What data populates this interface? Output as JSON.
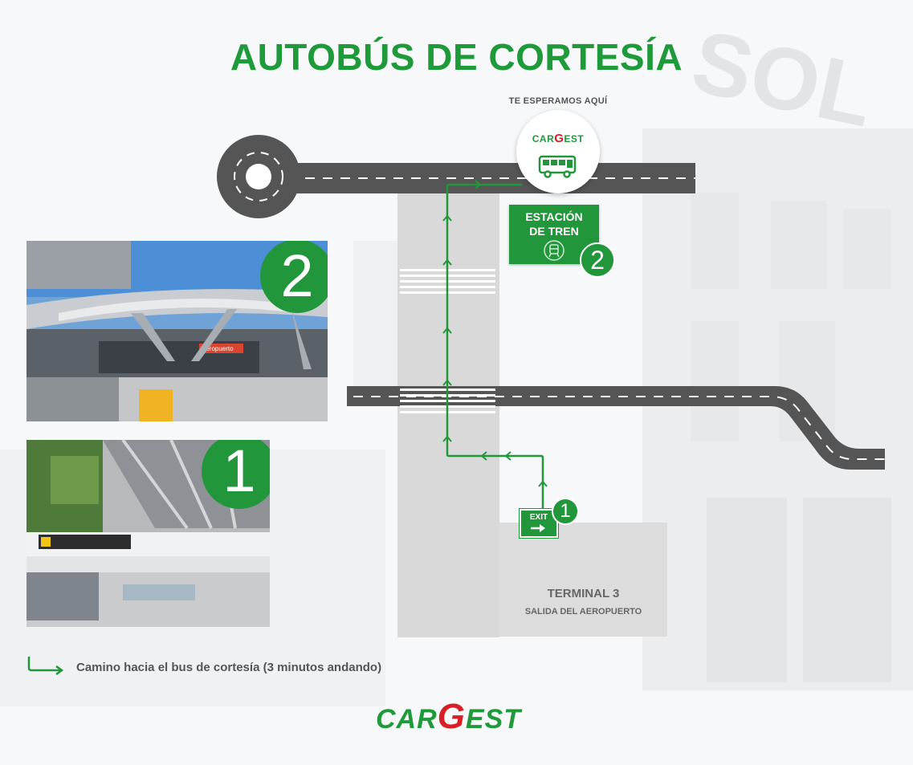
{
  "title": "AUTOBÚS DE CORTESÍA",
  "pickup": {
    "label": "TE ESPERAMOS AQUÍ",
    "brand_left": "CAR",
    "brand_g": "G",
    "brand_right": "EST"
  },
  "station": {
    "line1": "ESTACIÓN",
    "line2": "DE TREN",
    "number": "2"
  },
  "exit": {
    "label": "EXIT",
    "number": "1"
  },
  "terminal": {
    "title": "TERMINAL 3",
    "subtitle": "SALIDA DEL AEROPUERTO"
  },
  "photos": [
    {
      "number": "2",
      "sign": "Aeropuerto"
    },
    {
      "number": "1"
    }
  ],
  "legend": {
    "text": "Camino hacia el bus de cortesía (3 minutos andando)"
  },
  "logo": {
    "left": "CAR",
    "g": "G",
    "right": "EST"
  },
  "colors": {
    "brand_green": "#22963a",
    "brand_red": "#d91f26",
    "road": "#555555",
    "building": "#d9d9d9"
  }
}
